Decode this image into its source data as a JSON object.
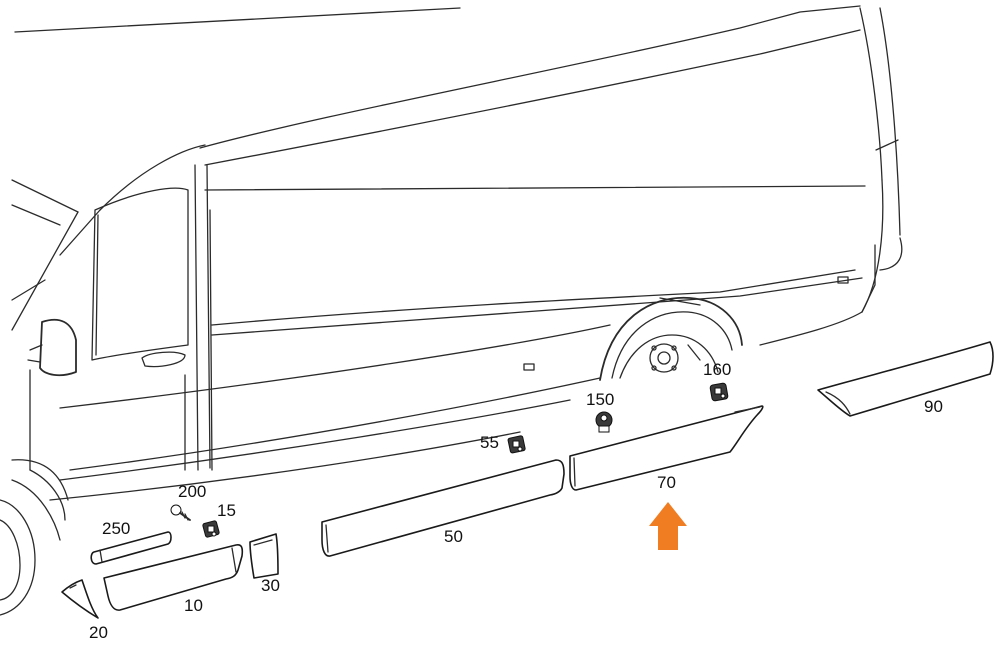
{
  "callouts": [
    {
      "id": "10",
      "text": "10"
    },
    {
      "id": "15",
      "text": "15"
    },
    {
      "id": "20",
      "text": "20"
    },
    {
      "id": "30",
      "text": "30"
    },
    {
      "id": "50",
      "text": "50"
    },
    {
      "id": "55",
      "text": "55"
    },
    {
      "id": "70",
      "text": "70"
    },
    {
      "id": "90",
      "text": "90"
    },
    {
      "id": "150",
      "text": "150"
    },
    {
      "id": "160",
      "text": "160"
    },
    {
      "id": "200",
      "text": "200"
    },
    {
      "id": "250",
      "text": "250"
    }
  ],
  "highlight": {
    "part": "70",
    "color": "#f07d22"
  },
  "colors": {
    "line": "#2b2b2b",
    "background": "#ffffff"
  }
}
